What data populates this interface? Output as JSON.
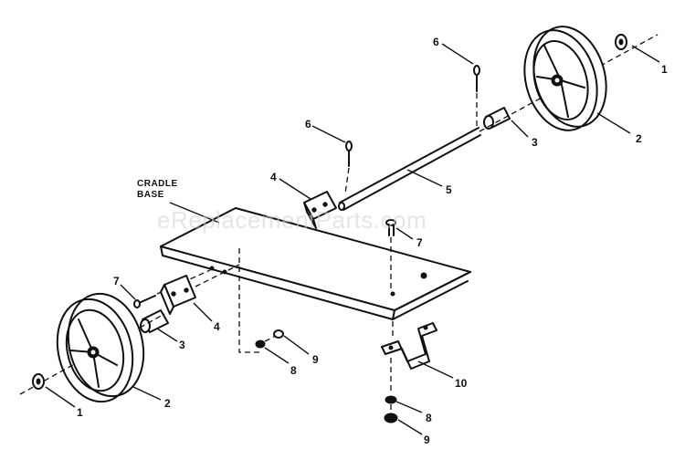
{
  "diagram": {
    "watermark": "eReplacementParts.com",
    "base_label_line1": "CRADLE",
    "base_label_line2": "BASE",
    "callouts": {
      "washer_top": "1",
      "wheel_top": "2",
      "spacer_top": "3",
      "bracket_top": "4",
      "axle": "5",
      "pin_top": "6",
      "pin_mid": "6",
      "bolt_center": "7",
      "bolt_left": "7",
      "bracket_left": "4",
      "spacer_left": "3",
      "wheel_left": "2",
      "washer_left": "1",
      "nut_left": "8",
      "washer_small_left": "9",
      "foot": "10",
      "nut_right": "8",
      "washer_small_right": "9"
    }
  }
}
